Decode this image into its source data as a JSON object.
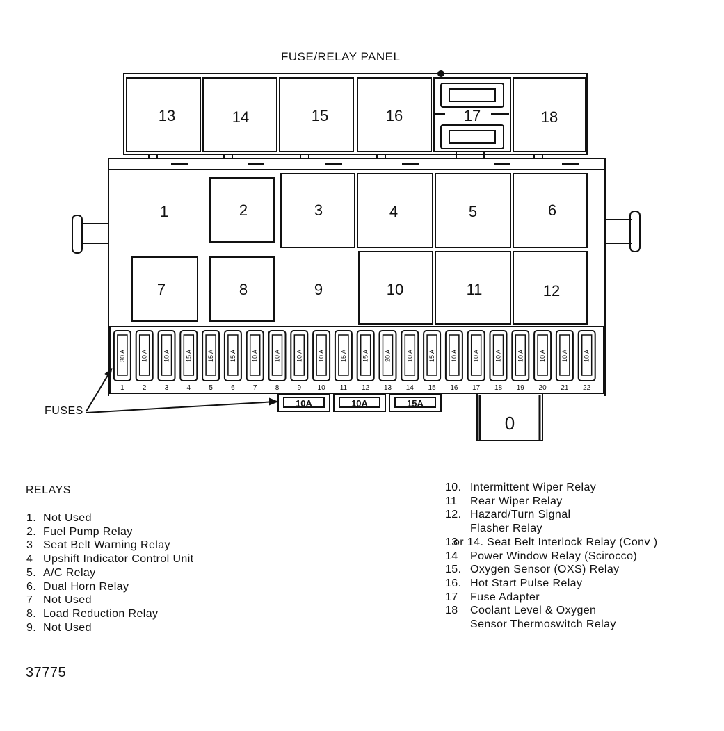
{
  "title": "FUSE/RELAY PANEL",
  "top_relays": [
    "13",
    "14",
    "15",
    "16",
    "17",
    "18"
  ],
  "grid_row1": [
    "1",
    "2",
    "3",
    "4",
    "5",
    "6"
  ],
  "grid_row2": [
    "7",
    "8",
    "9",
    "10",
    "11",
    "12"
  ],
  "fuse_labels": [
    "30 A",
    "10 A",
    "10 A",
    "15 A",
    "15 A",
    "15 A",
    "10 A",
    "10 A",
    "10 A",
    "10 A",
    "15 A",
    "15 A",
    "20 A",
    "10 A",
    "15 A",
    "10 A",
    "10 A",
    "10 A",
    "10 A",
    "10 A",
    "10 A",
    "10 A"
  ],
  "fuse_numbers": [
    "1",
    "2",
    "3",
    "4",
    "5",
    "6",
    "7",
    "8",
    "9",
    "10",
    "11",
    "12",
    "13",
    "14",
    "15",
    "16",
    "17",
    "18",
    "19",
    "20",
    "21",
    "22"
  ],
  "bottom_fuses": [
    "10A",
    "10A",
    "15A"
  ],
  "connector_label": "0",
  "fuses_callout": "FUSES",
  "relays_heading": "RELAYS",
  "legend_left": [
    {
      "num": "1.",
      "text": "Not Used"
    },
    {
      "num": "2.",
      "text": "Fuel Pump Relay"
    },
    {
      "num": "3",
      "text": "Seat Belt Warning Relay"
    },
    {
      "num": "4",
      "text": "Upshift Indicator Control Unit"
    },
    {
      "num": "5.",
      "text": "A/C Relay"
    },
    {
      "num": "6.",
      "text": "Dual Horn Relay"
    },
    {
      "num": "7",
      "text": "Not Used"
    },
    {
      "num": "8.",
      "text": "Load Reduction Relay"
    },
    {
      "num": "9.",
      "text": "Not Used"
    }
  ],
  "legend_right": [
    {
      "num": "10.",
      "text": "Intermittent Wiper Relay"
    },
    {
      "num": "11",
      "text": "Rear Wiper Relay"
    },
    {
      "num": "12.",
      "text": "Hazard/Turn Signal"
    },
    {
      "num": "",
      "text": "Flasher Relay"
    },
    {
      "num": "13",
      "text": "or 14.  Seat Belt Interlock Relay (Conv )"
    },
    {
      "num": "14",
      "text": "Power Window Relay (Scirocco)"
    },
    {
      "num": "15.",
      "text": "Oxygen Sensor (OXS) Relay"
    },
    {
      "num": "16.",
      "text": "Hot Start Pulse Relay"
    },
    {
      "num": "17",
      "text": "Fuse Adapter"
    },
    {
      "num": "18",
      "text": "Coolant Level & Oxygen"
    },
    {
      "num": "",
      "text": "Sensor Thermoswitch Relay"
    }
  ],
  "figure_code": "37775"
}
